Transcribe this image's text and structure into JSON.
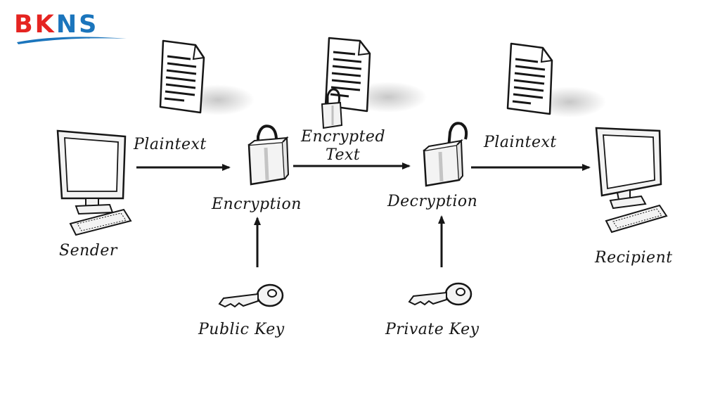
{
  "logo": {
    "text_red": "BK",
    "text_blue": "NS",
    "red": "#e52421",
    "blue": "#1b75bc"
  },
  "nodes": {
    "sender": "Sender",
    "encryption": "Encryption",
    "decryption": "Decryption",
    "recipient": "Recipient",
    "public_key": "Public Key",
    "private_key": "Private Key"
  },
  "flows": {
    "plaintext_in": "Plaintext",
    "encrypted_line1": "Encrypted",
    "encrypted_line2": "Text",
    "plaintext_out": "Plaintext"
  },
  "icons": [
    "computer-monitor-icon",
    "keyboard-icon",
    "document-icon",
    "padlock-closed-icon",
    "padlock-open-icon",
    "key-icon"
  ],
  "colors": {
    "ink": "#161616",
    "panel": "#f3f3f3",
    "shadow": "#cfcfcf"
  }
}
